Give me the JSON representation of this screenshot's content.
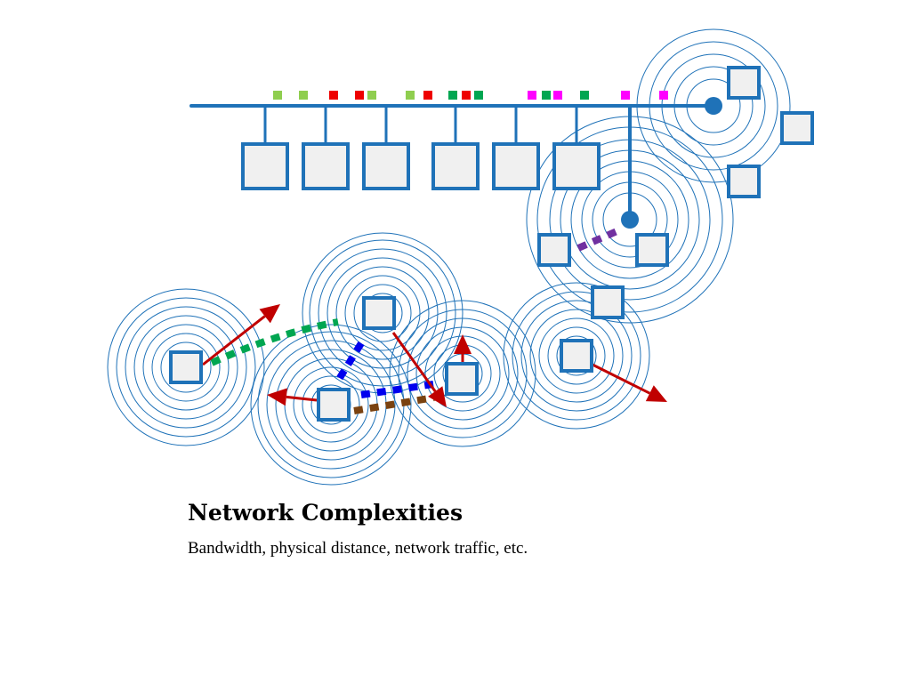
{
  "slide": {
    "title": "Network Complexities",
    "subtitle": "Bandwidth, physical distance, network traffic, etc."
  },
  "colors": {
    "network_blue": "#1f72b8",
    "node_fill": "#f0f0f0",
    "arrow_red": "#c00000",
    "packet_light_green": "#8fce4f",
    "packet_red": "#ee0000",
    "packet_green": "#00a651",
    "packet_magenta": "#ff00ff",
    "link_green": "#00a651",
    "link_blue": "#0000ee",
    "link_brown": "#7a4210",
    "link_purple": "#7030a0"
  },
  "diagram": {
    "bus_packets": [
      "light-green",
      "light-green",
      "red",
      "red",
      "light-green",
      "light-green",
      "red",
      "green",
      "red",
      "green",
      "magenta",
      "green",
      "magenta",
      "green",
      "magenta",
      "magenta"
    ],
    "wired_node_count": 6,
    "wireless_access_points": 2,
    "mobile_node_count": 5,
    "links": [
      "green-dashed",
      "blue-dashed",
      "brown-dashed",
      "purple-dashed"
    ],
    "motion_arrows": 5
  }
}
